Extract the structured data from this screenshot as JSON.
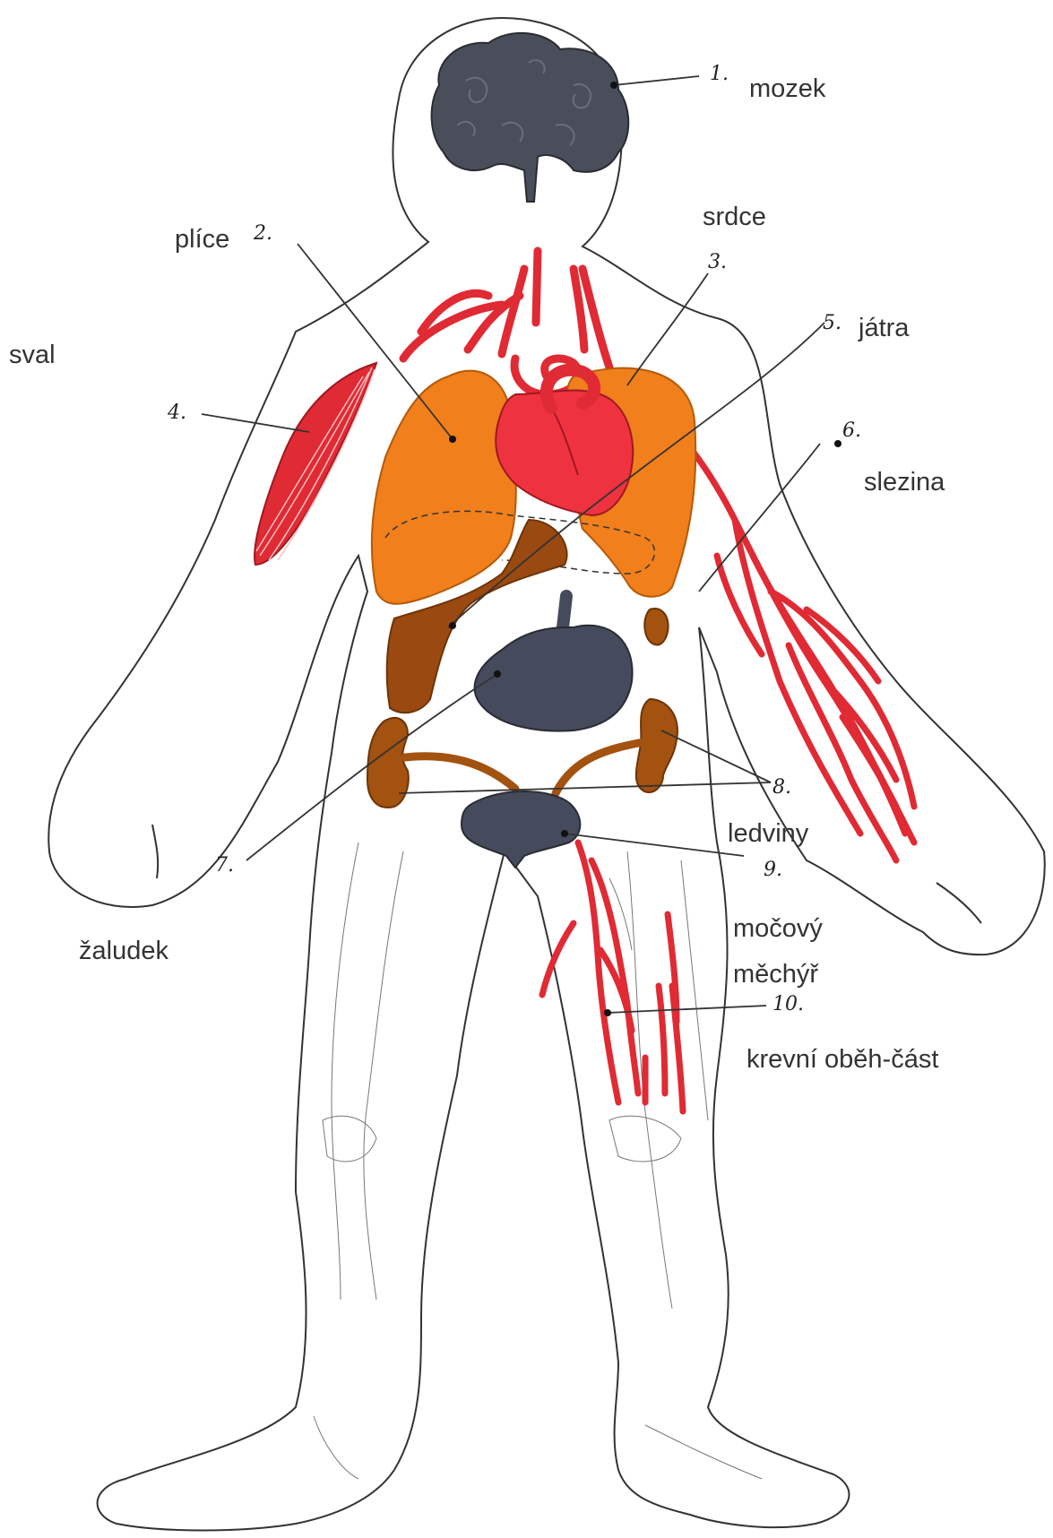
{
  "labels": {
    "brain": "mozek",
    "heart": "srdce",
    "lungs": "plíce",
    "muscle": "sval",
    "liver": "játra",
    "spleen": "slezina",
    "kidneys": "ledviny",
    "stomach": "žaludek",
    "bladder_line1": "močový",
    "bladder_line2": "měchýř",
    "circulation": "krevní oběh-část"
  },
  "numbers": {
    "n1": "1.",
    "n2": "2.",
    "n3": "3.",
    "n4": "4.",
    "n5": "5.",
    "n6": "6.",
    "n7": "7.",
    "n8": "8.",
    "n9": "9.",
    "n10": "10."
  },
  "colors": {
    "outline": "#333333",
    "brain": "#4a4e5a",
    "lungs": "#f07f1c",
    "heart": "#ee3240",
    "vessels": "#e02a34",
    "liver": "#9a4a10",
    "stomach": "#454b5c",
    "kidneys": "#a3520f",
    "bladder": "#454b5c",
    "muscle": "#e02a34"
  }
}
